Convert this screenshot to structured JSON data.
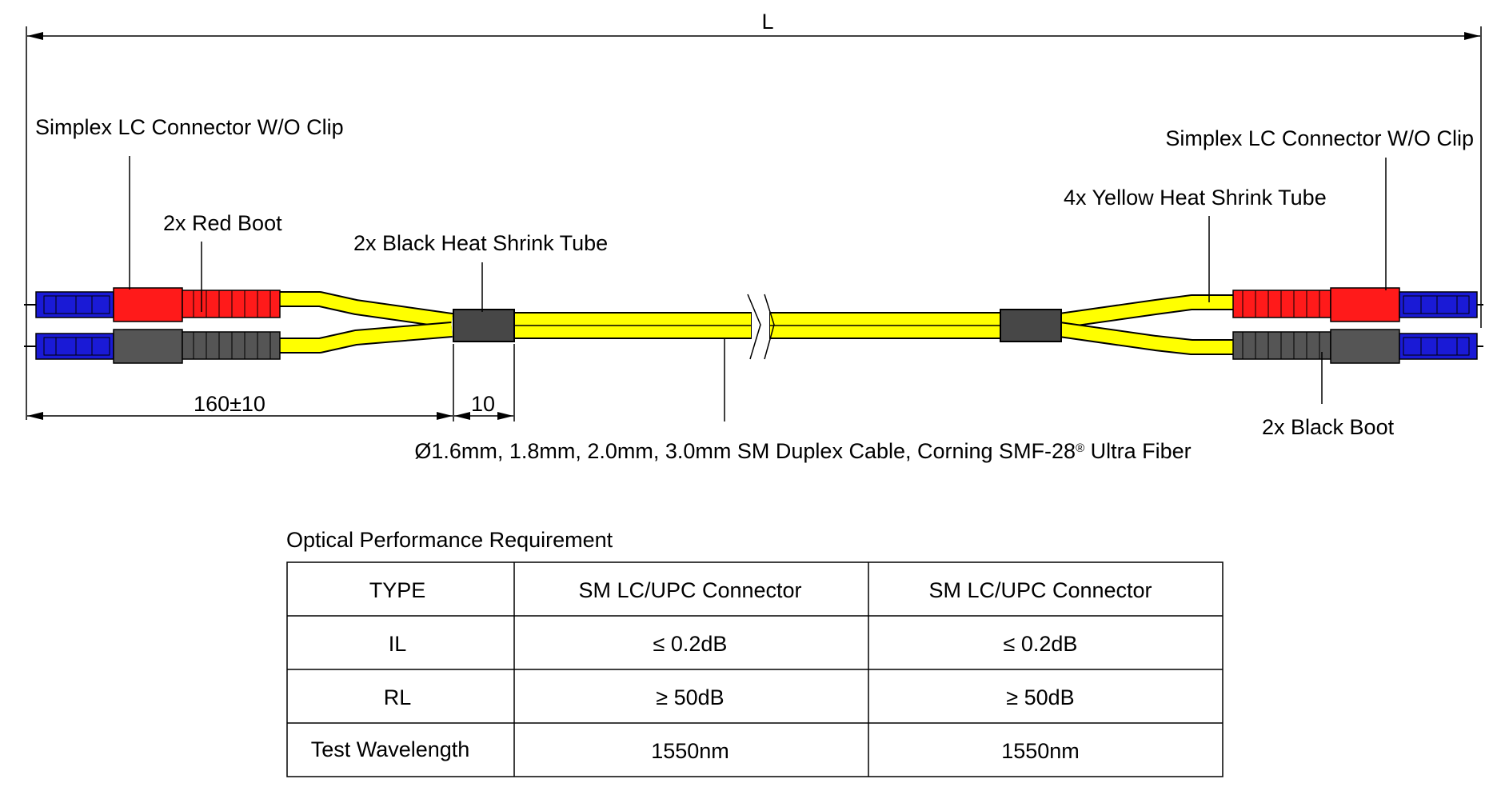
{
  "diagram": {
    "overall_length_label": "L",
    "labels": {
      "left_connector": "Simplex LC Connector W/O Clip",
      "left_red_boot": "2x Red Boot",
      "left_heat_shrink": "2x Black Heat Shrink Tube",
      "right_connector": "Simplex LC Connector W/O Clip",
      "right_yellow_tube": "4x Yellow Heat Shrink Tube",
      "right_black_boot": "2x Black Boot"
    },
    "dimensions": {
      "breakout_length": "160±10",
      "tube_length": "10"
    },
    "cable_label": {
      "prefix": "Ø1.6mm, 1.8mm, 2.0mm, 3.0mm SM Duplex Cable, Corning SMF-28",
      "mark": "®",
      "suffix": " Ultra Fiber"
    },
    "colors": {
      "connector_blue": "#1a1ad6",
      "boot_red": "#ff1a1a",
      "boot_gray": "#555555",
      "cable_yellow": "#ffff00",
      "heat_shrink_black": "#474747"
    }
  },
  "table": {
    "title": "Optical Performance Requirement",
    "header": [
      "TYPE",
      "SM LC/UPC Connector",
      "SM LC/UPC Connector"
    ],
    "rows": [
      [
        "IL",
        "≤ 0.2dB",
        "≤ 0.2dB"
      ],
      [
        "RL",
        "≥ 50dB",
        "≥ 50dB"
      ],
      [
        "Test Wavelength",
        "1550nm",
        "1550nm"
      ]
    ]
  }
}
